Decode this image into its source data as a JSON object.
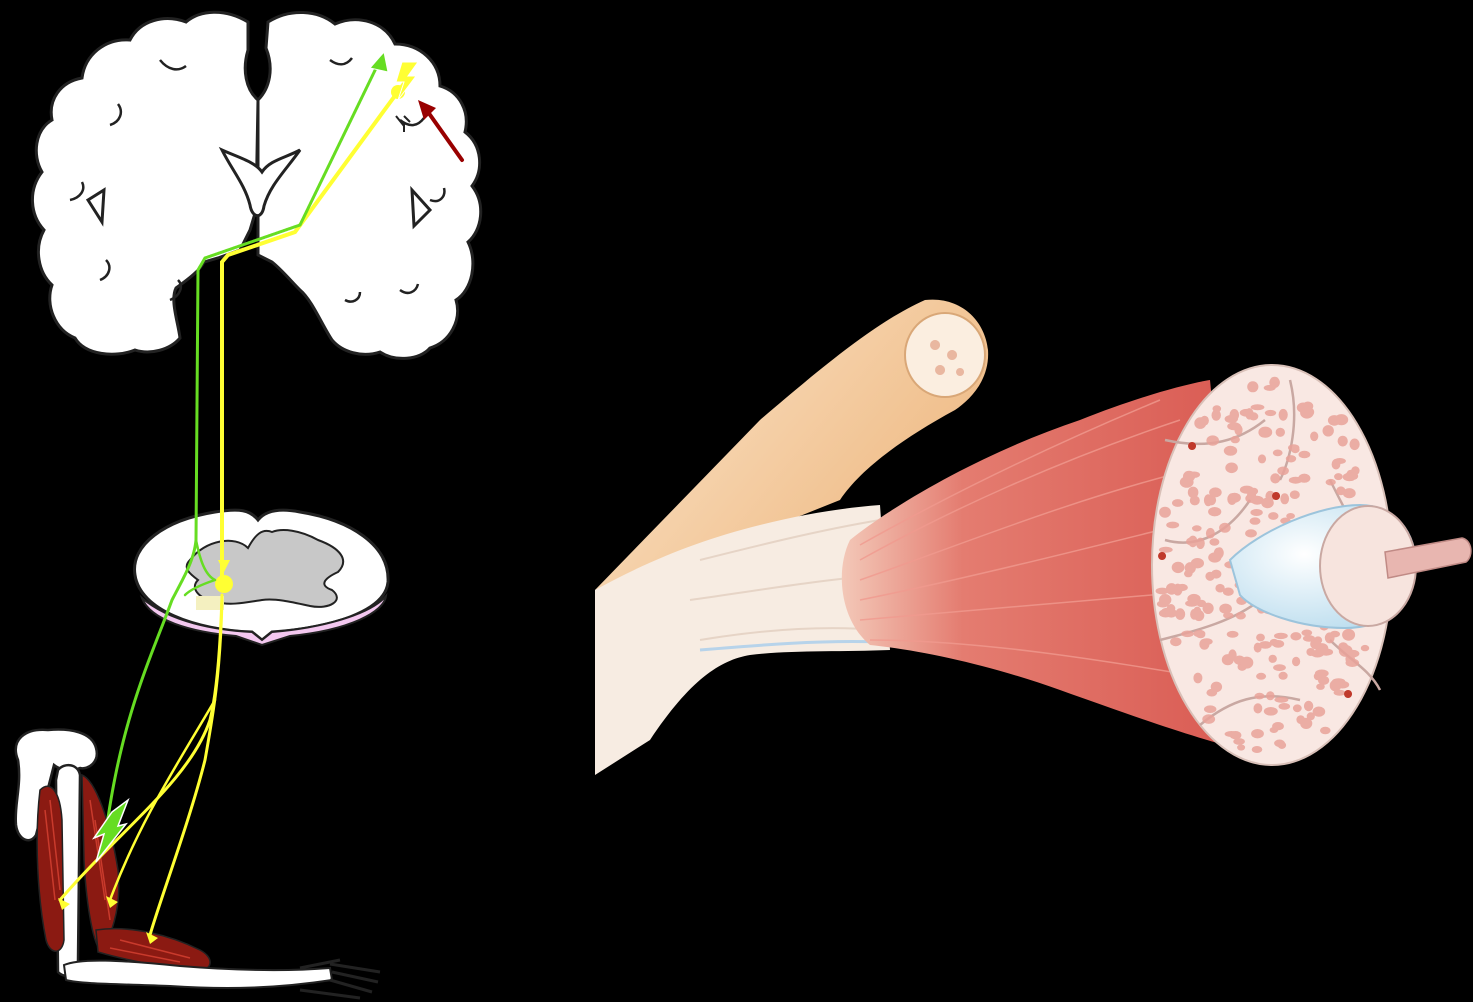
{
  "figure": {
    "background": "#000000",
    "panels": [
      {
        "id": "neural-pathway-diagram",
        "parts": [
          "brain-coronal-section",
          "spinal-cord-cross-section",
          "arm-with-muscles"
        ],
        "pathways": [
          {
            "name": "descending-motor-pathway",
            "color": "#ffff33"
          },
          {
            "name": "ascending-sensory-pathway",
            "color": "#66dd22"
          }
        ],
        "marker_arrow_color": "#990000"
      },
      {
        "id": "skeletal-muscle-structure",
        "parts": [
          "bone",
          "tendon",
          "muscle-belly",
          "fascicle-cross-section",
          "nerve-vessel-bundle"
        ],
        "colors": {
          "muscle": "#e06a63",
          "tendon": "#f6eadf",
          "bone": "#f0c08e",
          "fascicle": "#f7d9d2"
        }
      }
    ]
  }
}
